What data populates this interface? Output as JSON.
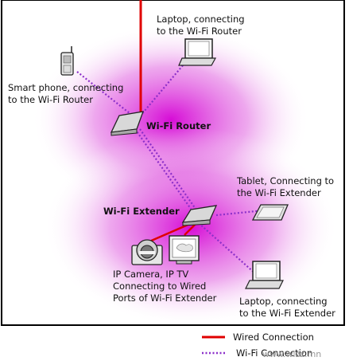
{
  "diagram": {
    "devices": {
      "laptop_top": "Laptop, connecting\nto the Wi-Fi Router",
      "smartphone": "Smart phone, connecting\nto the Wi-Fi Router",
      "router": "Wi-Fi Router",
      "extender": "Wi-Fi Extender",
      "tablet": "Tablet, Connecting to\nthe Wi-Fi Extender",
      "camera_tv": "IP Camera, IP TV\nConnecting to Wired\nPorts of Wi-Fi Extender",
      "laptop_bottom": "Laptop, connecting\nto the Wi-Fi Extender"
    },
    "colors": {
      "wired": "#e00000",
      "wifi": "#8b2fc9",
      "coverage": "#e040e0",
      "frame": "#000000"
    }
  },
  "legend": {
    "wired_label": "Wired Connection",
    "wifi_label": "Wi-Fi Connection"
  },
  "watermark": "www.wizz.mn"
}
